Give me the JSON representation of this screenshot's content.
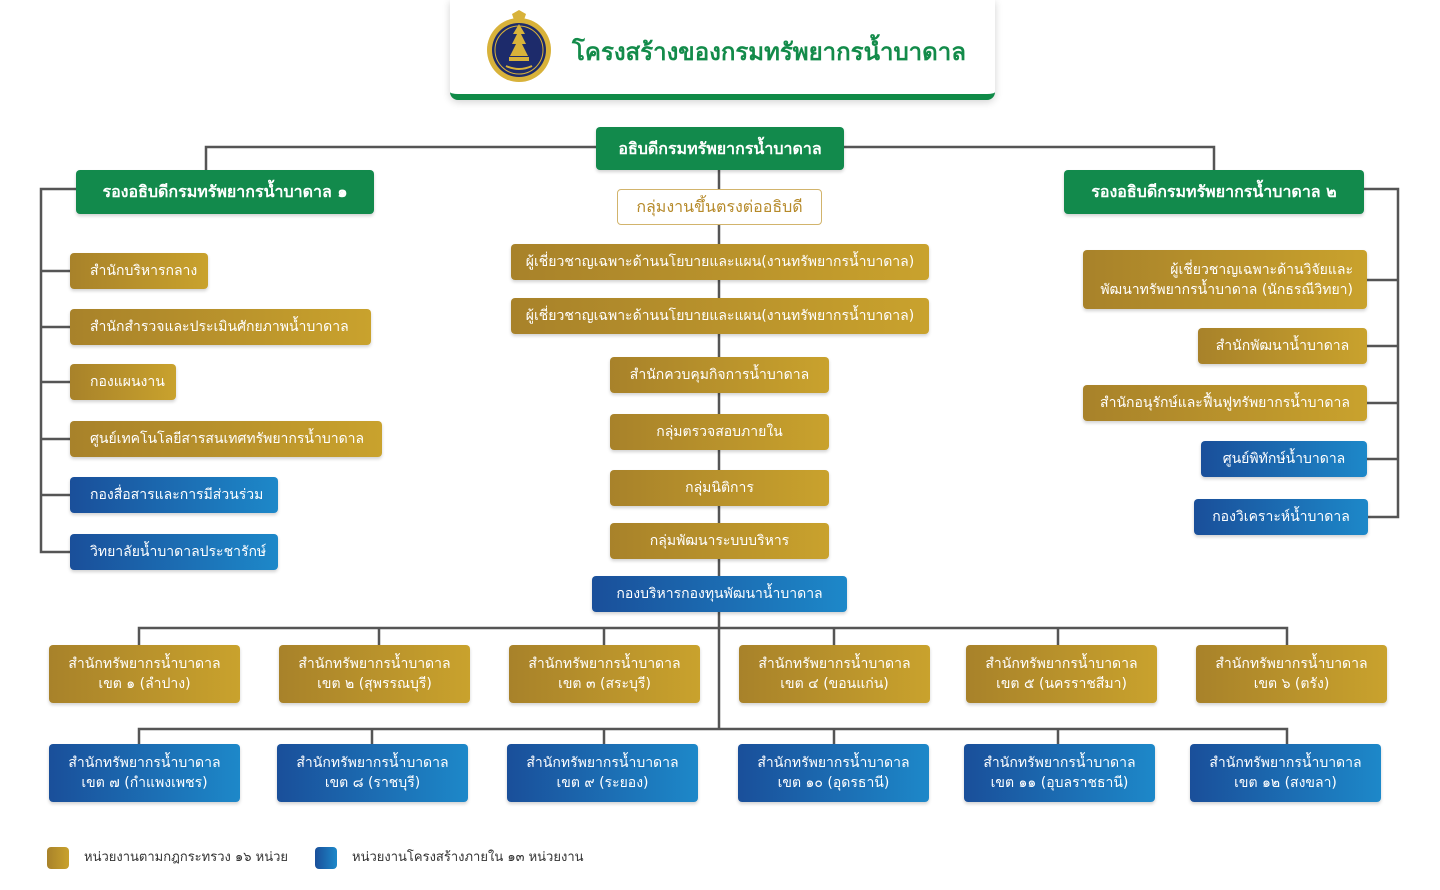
{
  "title": "โครงสร้างของกรมทรัพยากรน้ำบาดาล",
  "colors": {
    "green": "#128a4c",
    "gold": "#b8922c",
    "blue": "#1a6fb3",
    "line": "#555555"
  },
  "director": "อธิบดีกรมทรัพยากรน้ำบาดาล",
  "deputy1": "รองอธิบดีกรมทรัพยากรน้ำบาดาล ๑",
  "deputy2": "รองอธิบดีกรมทรัพยากรน้ำบาดาล ๒",
  "direct_group": "กลุ่มงานขึ้นตรงต่ออธิบดี",
  "left_units": [
    "สำนักบริหารกลาง",
    "สำนักสำรวจและประเมินศักยภาพน้ำบาดาล",
    "กองแผนงาน",
    "ศูนย์เทคโนโลยีสารสนเทศทรัพยากรน้ำบาดาล",
    "กองสื่อสารและการมีส่วนร่วม",
    "วิทยาลัยน้ำบาดาลประชารักษ์"
  ],
  "center_units": [
    "ผู้เชี่ยวชาญเฉพาะด้านนโยบายและแผน(งานทรัพยากรน้ำบาดาล)",
    "ผู้เชี่ยวชาญเฉพาะด้านนโยบายและแผน(งานทรัพยากรน้ำบาดาล)",
    "สำนักควบคุมกิจการน้ำบาดาล",
    "กลุ่มตรวจสอบภายใน",
    "กลุ่มนิติการ",
    "กลุ่มพัฒนาระบบบริหาร",
    "กองบริหารกองทุนพัฒนาน้ำบาดาล"
  ],
  "right_units": {
    "expert_line1": "ผู้เชี่ยวชาญเฉพาะด้านวิจัยและ",
    "expert_line2": "พัฒนาทรัพยากรน้ำบาดาล (นักธรณีวิทยา)",
    "items": [
      "สำนักพัฒนาน้ำบาดาล",
      "สำนักอนุรักษ์และฟื้นฟูทรัพยากรน้ำบาดาล",
      "ศูนย์พิทักษ์น้ำบาดาล",
      "กองวิเคราะห์น้ำบาดาล"
    ]
  },
  "region_name": "สำนักทรัพยากรน้ำบาดาล",
  "regions_row1": [
    "เขต ๑ (ลำปาง)",
    "เขต ๒ (สุพรรณบุรี)",
    "เขต ๓ (สระบุรี)",
    "เขต ๔ (ขอนแก่น)",
    "เขต ๕ (นครราชสีมา)",
    "เขต ๖ (ตรัง)"
  ],
  "regions_row2": [
    "เขต ๗ (กำแพงเพชร)",
    "เขต ๘ (ราชบุรี)",
    "เขต ๙ (ระยอง)",
    "เขต ๑๐ (อุดรธานี)",
    "เขต ๑๑ (อุบลราชธานี)",
    "เขต ๑๒ (สงขลา)"
  ],
  "legend": {
    "gold": "หน่วยงานตามกฎกระทรวง ๑๖ หน่วย",
    "blue": "หน่วยงานโครงสร้างภายใน ๑๓ หน่วยงาน"
  }
}
